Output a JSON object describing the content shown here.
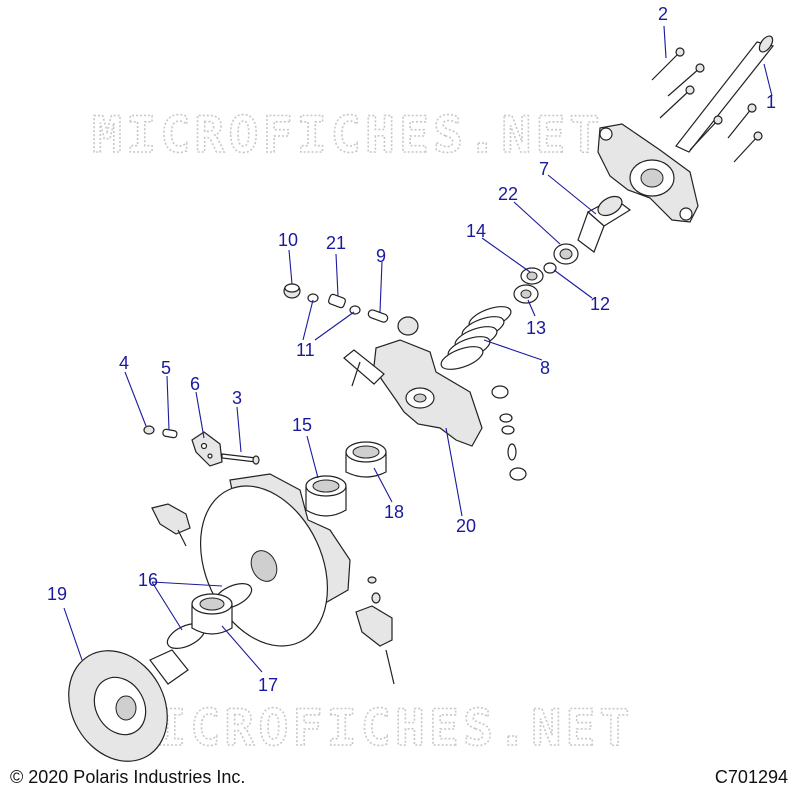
{
  "watermark": "MICROFICHES.NET",
  "copyright": "© 2020 Polaris Industries Inc.",
  "drawing_id": "C701294",
  "callouts": [
    "1",
    "2",
    "3",
    "4",
    "5",
    "6",
    "7",
    "8",
    "9",
    "10",
    "11",
    "12",
    "13",
    "14",
    "15",
    "16",
    "17",
    "18",
    "19",
    "20",
    "21",
    "22"
  ],
  "colors": {
    "callout": "#1a1aa0",
    "outline": "#222222",
    "watermark": "#c8c8c8"
  }
}
